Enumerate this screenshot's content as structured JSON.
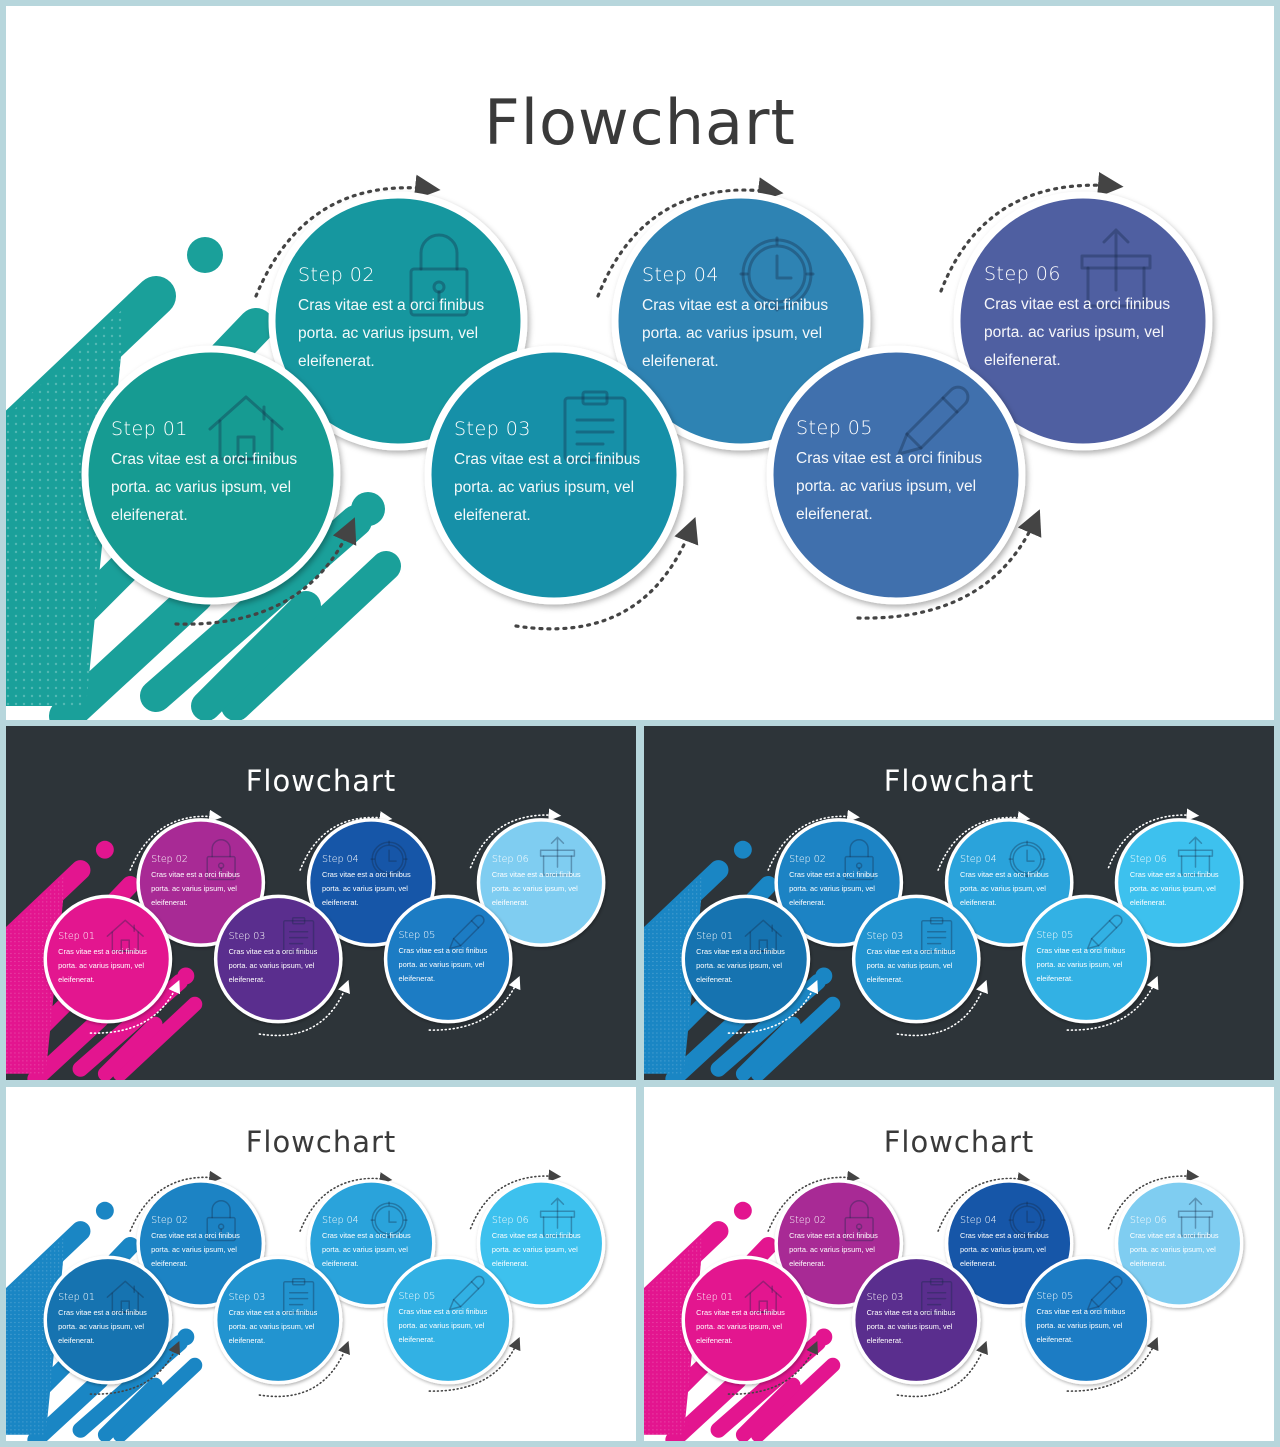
{
  "slides": [
    {
      "title": "Flowchart",
      "bg": "#ffffff",
      "theme": "light",
      "colors": [
        "#159b92",
        "#12979f",
        "#1790a8",
        "#2d83b3",
        "#3f70ad",
        "#4f5fa1"
      ],
      "blob_color": "#1aa09a",
      "steps": [
        {
          "label": "Step  01",
          "text": "Cras vitae est a orci finibus porta.  ac varius ipsum, vel eleifenerat.",
          "icon": "home-icon"
        },
        {
          "label": "Step  02",
          "text": "Cras vitae est a orci finibus porta.  ac varius ipsum, vel eleifenerat.",
          "icon": "lock-icon"
        },
        {
          "label": "Step  03",
          "text": "Cras vitae est a orci finibus porta.  ac varius ipsum, vel eleifenerat.",
          "icon": "clipboard-icon"
        },
        {
          "label": "Step  04",
          "text": "Cras vitae est a orci finibus porta.  ac varius ipsum, vel eleifenerat.",
          "icon": "clock-icon"
        },
        {
          "label": "Step  05",
          "text": "Cras vitae est a orci finibus porta.  ac varius ipsum, vel eleifenerat.",
          "icon": "pencil-icon"
        },
        {
          "label": "Step  06",
          "text": "Cras vitae est a orci finibus porta.  ac varius ipsum, vel eleifenerat.",
          "icon": "upload-box-icon"
        }
      ]
    },
    {
      "title": "Flowchart",
      "bg": "#2d3439",
      "theme": "dark",
      "colors": [
        "#e3158f",
        "#a82a95",
        "#5a2d8e",
        "#1756a8",
        "#1f7bc4",
        "#7fcdf1"
      ],
      "blob_color": "#e3158f",
      "steps": [
        {
          "label": "Step  01",
          "text": "Cras vitae est a orci finibus porta.  ac varius ipsum, vel eleifenerat.",
          "icon": "home-icon"
        },
        {
          "label": "Step  02",
          "text": "Cras vitae est a orci finibus porta.  ac varius ipsum, vel eleifenerat.",
          "icon": "lock-icon"
        },
        {
          "label": "Step  03",
          "text": "Cras vitae est a orci finibus porta.  ac varius ipsum, vel eleifenerat.",
          "icon": "clipboard-icon"
        },
        {
          "label": "Step  04",
          "text": "Cras vitae est a orci finibus porta.  ac varius ipsum, vel eleifenerat.",
          "icon": "clock-icon"
        },
        {
          "label": "Step  05",
          "text": "Cras vitae est a orci finibus porta.  ac varius ipsum, vel eleifenerat.",
          "icon": "pencil-icon"
        },
        {
          "label": "Step  06",
          "text": "Cras vitae est a orci finibus porta.  ac varius ipsum, vel eleifenerat.",
          "icon": "upload-box-icon"
        }
      ]
    },
    {
      "title": "Flowchart",
      "bg": "#2d3439",
      "theme": "dark",
      "colors": [
        "#1673b0",
        "#1b83c4",
        "#2294d0",
        "#2aa3db",
        "#33b1e4",
        "#3dc1ee"
      ],
      "blob_color": "#1a86c4",
      "steps": [
        {
          "label": "Step  01",
          "text": "Cras vitae est a orci finibus porta.  ac varius ipsum, vel eleifenerat.",
          "icon": "home-icon"
        },
        {
          "label": "Step  02",
          "text": "Cras vitae est a orci finibus porta.  ac varius ipsum, vel eleifenerat.",
          "icon": "lock-icon"
        },
        {
          "label": "Step  03",
          "text": "Cras vitae est a orci finibus porta.  ac varius ipsum, vel eleifenerat.",
          "icon": "clipboard-icon"
        },
        {
          "label": "Step  04",
          "text": "Cras vitae est a orci finibus porta.  ac varius ipsum, vel eleifenerat.",
          "icon": "clock-icon"
        },
        {
          "label": "Step  05",
          "text": "Cras vitae est a orci finibus porta.  ac varius ipsum, vel eleifenerat.",
          "icon": "pencil-icon"
        },
        {
          "label": "Step  06",
          "text": "Cras vitae est a orci finibus porta.  ac varius ipsum, vel eleifenerat.",
          "icon": "upload-box-icon"
        }
      ]
    },
    {
      "title": "Flowchart",
      "bg": "#ffffff",
      "theme": "light",
      "colors": [
        "#1673b0",
        "#1b83c4",
        "#2294d0",
        "#2aa3db",
        "#33b1e4",
        "#3dc1ee"
      ],
      "blob_color": "#1a86c4",
      "steps": [
        {
          "label": "Step  01",
          "text": "Cras vitae est a orci finibus porta.  ac varius ipsum, vel eleifenerat.",
          "icon": "home-icon"
        },
        {
          "label": "Step  02",
          "text": "Cras vitae est a orci finibus porta.  ac varius ipsum, vel eleifenerat.",
          "icon": "lock-icon"
        },
        {
          "label": "Step  03",
          "text": "Cras vitae est a orci finibus porta.  ac varius ipsum, vel eleifenerat.",
          "icon": "clipboard-icon"
        },
        {
          "label": "Step  04",
          "text": "Cras vitae est a orci finibus porta.  ac varius ipsum, vel eleifenerat.",
          "icon": "clock-icon"
        },
        {
          "label": "Step  05",
          "text": "Cras vitae est a orci finibus porta.  ac varius ipsum, vel eleifenerat.",
          "icon": "pencil-icon"
        },
        {
          "label": "Step  06",
          "text": "Cras vitae est a orci finibus porta.  ac varius ipsum, vel eleifenerat.",
          "icon": "upload-box-icon"
        }
      ]
    },
    {
      "title": "Flowchart",
      "bg": "#ffffff",
      "theme": "light",
      "colors": [
        "#e3158f",
        "#a82a95",
        "#5a2d8e",
        "#1756a8",
        "#1f7bc4",
        "#7fcdf1"
      ],
      "blob_color": "#e3158f",
      "steps": [
        {
          "label": "Step  01",
          "text": "Cras vitae est a orci finibus porta.  ac varius ipsum, vel eleifenerat.",
          "icon": "home-icon"
        },
        {
          "label": "Step  02",
          "text": "Cras vitae est a orci finibus porta.  ac varius ipsum, vel eleifenerat.",
          "icon": "lock-icon"
        },
        {
          "label": "Step  03",
          "text": "Cras vitae est a orci finibus porta.  ac varius ipsum, vel eleifenerat.",
          "icon": "clipboard-icon"
        },
        {
          "label": "Step  04",
          "text": "Cras vitae est a orci finibus porta.  ac varius ipsum, vel eleifenerat.",
          "icon": "clock-icon"
        },
        {
          "label": "Step  05",
          "text": "Cras vitae est a orci finibus porta.  ac varius ipsum, vel eleifenerat.",
          "icon": "pencil-icon"
        },
        {
          "label": "Step  06",
          "text": "Cras vitae est a orci finibus porta.  ac varius ipsum, vel eleifenerat.",
          "icon": "upload-box-icon"
        }
      ]
    }
  ]
}
